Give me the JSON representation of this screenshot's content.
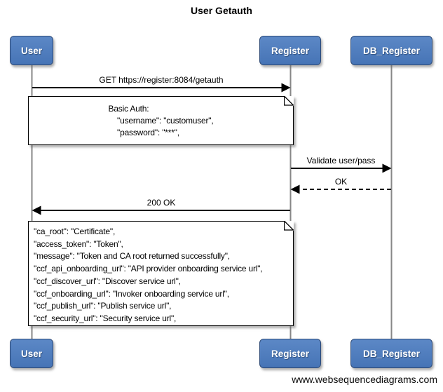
{
  "title": "User Getauth",
  "watermark": "www.websequencediagrams.com",
  "actors": [
    {
      "name": "User"
    },
    {
      "name": "Register"
    },
    {
      "name": "DB_Register"
    }
  ],
  "messages": [
    {
      "label": "GET https://register:8084/getauth",
      "from": "User",
      "to": "Register",
      "line": "solid"
    },
    {
      "label": "Validate user/pass",
      "from": "Register",
      "to": "DB_Register",
      "line": "solid"
    },
    {
      "label": "OK",
      "from": "DB_Register",
      "to": "Register",
      "line": "dashed"
    },
    {
      "label": "200 OK",
      "from": "Register",
      "to": "User",
      "line": "solid"
    }
  ],
  "notes": [
    {
      "lines": [
        "Basic Auth:",
        "    \"username\": \"customuser\",",
        "    \"password\": \"***\","
      ]
    },
    {
      "lines": [
        "\"ca_root\": \"Certificate\",",
        "\"access_token\": \"Token\",",
        "\"message\": \"Token and CA root returned successfully\",",
        "\"ccf_api_onboarding_url\": \"API provider onboarding service url\",",
        "\"ccf_discover_url\": \"Discover service url\",",
        "\"ccf_onboarding_url\": \"Invoker onboarding service url\",",
        "\"ccf_publish_url\": \"Publish service url\",",
        "\"ccf_security_url\": \"Security service url\","
      ]
    }
  ],
  "colors": {
    "actor_fill": "#4d7abc",
    "actor_border": "#2d4a77",
    "lifeline": "#878787",
    "arrow": "#000000",
    "note_bg": "#ffffff",
    "note_border": "#000000"
  }
}
